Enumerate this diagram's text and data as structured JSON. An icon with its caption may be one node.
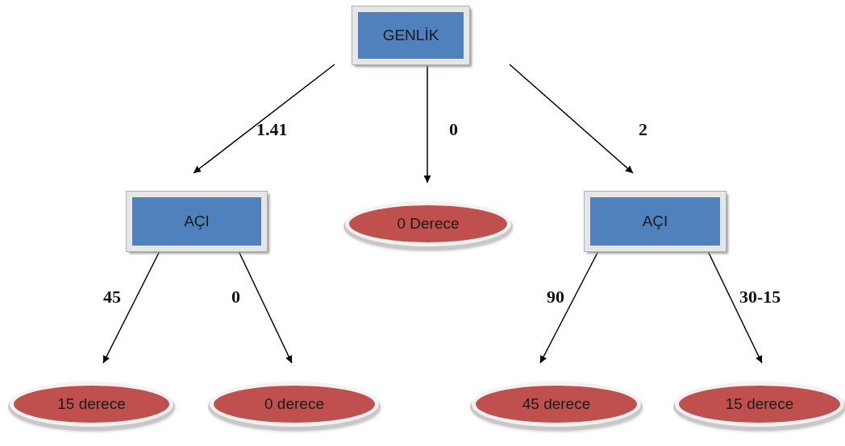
{
  "diagram": {
    "nodes": [
      {
        "text": [
          "GENLİK"
        ]
      },
      {
        "text": [
          "AÇI"
        ]
      },
      {
        "text": [
          "0 Derece"
        ]
      },
      {
        "text": [
          "AÇI"
        ]
      },
      {
        "text": [
          "15 derece"
        ]
      },
      {
        "text": [
          "0 derece"
        ]
      },
      {
        "text": [
          "45 derece"
        ]
      },
      {
        "text": [
          "15 derece"
        ]
      }
    ],
    "edges": [
      {
        "from": 0,
        "to": 1,
        "arrow": "to",
        "label": "1.41"
      },
      {
        "from": 0,
        "to": 2,
        "arrow": "to",
        "label": "0"
      },
      {
        "from": 0,
        "to": 3,
        "arrow": "to",
        "label": "2"
      },
      {
        "from": 1,
        "to": 4,
        "arrow": "to",
        "label": "45"
      },
      {
        "from": 1,
        "to": 5,
        "arrow": "to",
        "label": "0"
      },
      {
        "from": 3,
        "to": 6,
        "arrow": "to",
        "label": "90"
      },
      {
        "from": 3,
        "to": 7,
        "arrow": "to",
        "label": "30-15"
      }
    ]
  }
}
